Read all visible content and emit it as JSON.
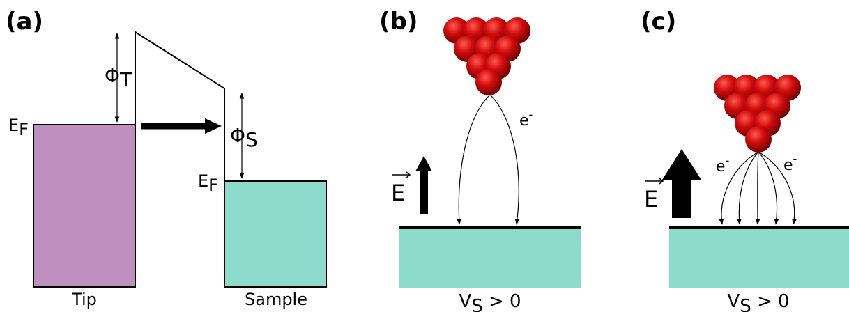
{
  "panels": {
    "a": {
      "label": "(a)",
      "phi_t": {
        "symbol": "Φ",
        "sub": "T"
      },
      "phi_s": {
        "symbol": "Φ",
        "sub": "S"
      },
      "ef_tip": {
        "main": "E",
        "sub": "F"
      },
      "ef_sample": {
        "main": "E",
        "sub": "F"
      },
      "tip_label": "Tip",
      "sample_label": "Sample"
    },
    "b": {
      "label": "(b)",
      "field": "E",
      "electron": {
        "main": "e",
        "sup": "-"
      },
      "bias": {
        "main": "V",
        "sub": "S",
        "rest": " > 0"
      }
    },
    "c": {
      "label": "(c)",
      "field": "E",
      "electron_left": {
        "main": "e",
        "sup": "-"
      },
      "electron_right": {
        "main": "e",
        "sup": "-"
      },
      "bias": {
        "main": "V",
        "sub": "S",
        "rest": " > 0"
      }
    }
  },
  "colors": {
    "tip_fill": "#bf8fc0",
    "sample_fill": "#8ddccb",
    "atom": "#c00000"
  }
}
